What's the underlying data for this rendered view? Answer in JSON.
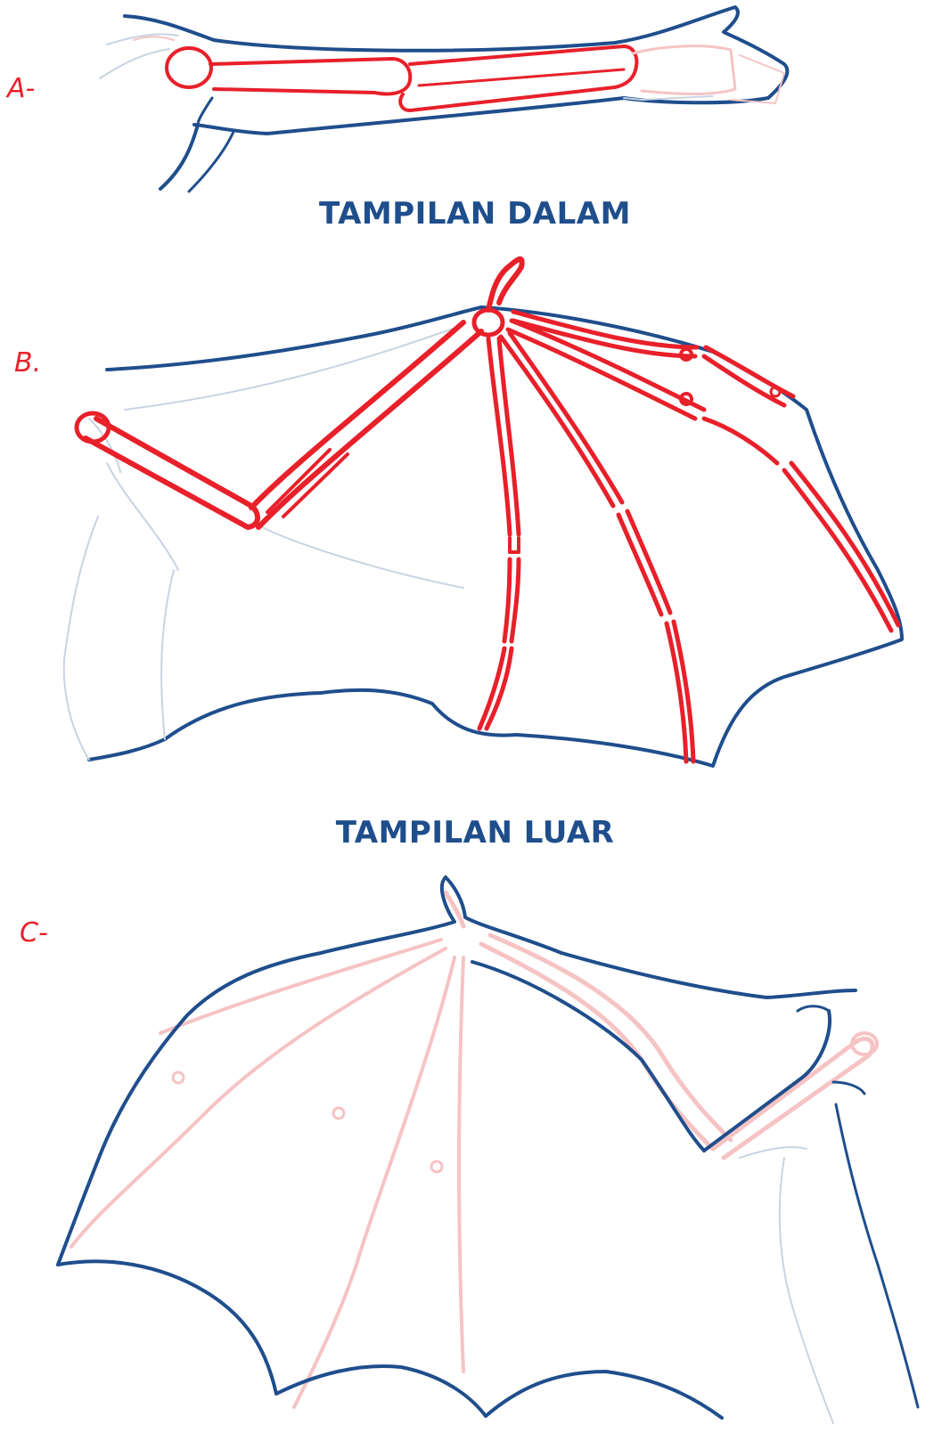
{
  "headings": {
    "inner_view": "TAMPILAN DALAM",
    "outer_view": "TAMPILAN LUAR"
  },
  "panels": [
    {
      "label": "A-"
    },
    {
      "label": "B."
    },
    {
      "label": "C-"
    }
  ],
  "colors": {
    "outline": "#1f4e8c",
    "bone": "#e8202a",
    "bone_faded": "#f6c3c4",
    "heading": "#1f4e8c",
    "panel_label": "#e8202a",
    "membrane_faint": "#c9d3e3",
    "background": "#ffffff"
  }
}
